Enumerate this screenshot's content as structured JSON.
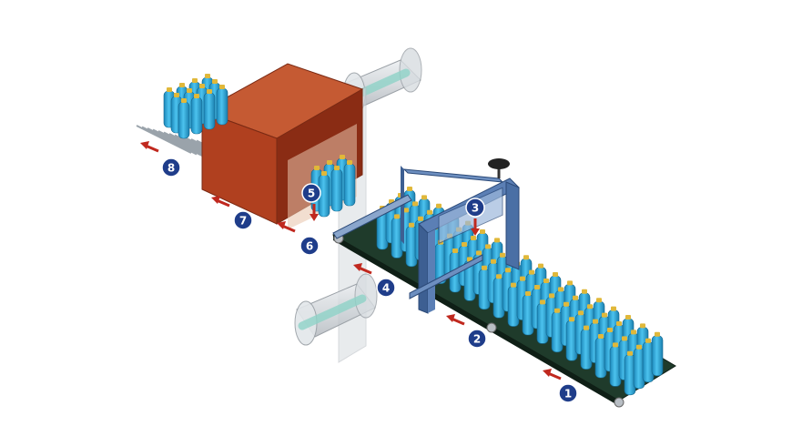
{
  "colors": {
    "background": "#ffffff",
    "badge": "#1f3d8a",
    "badge_text": "#ffffff",
    "arrow": "#c0281e",
    "oven_front": "#b0401f",
    "oven_top": "#c55a33",
    "oven_side": "#8a2c14",
    "conveyor": "#1f3b2b",
    "frame": "#4a6fa5",
    "bottle": "#2aa8dc",
    "bottle_cap": "#e0b83a",
    "film": "#d6dbe0"
  },
  "icons": {
    "arrow": "arrow-left-icon",
    "wheel": "handwheel-icon"
  },
  "steps": [
    {
      "label": "1"
    },
    {
      "label": "2"
    },
    {
      "label": "3"
    },
    {
      "label": "4"
    },
    {
      "label": "5"
    },
    {
      "label": "6"
    },
    {
      "label": "7"
    },
    {
      "label": "8"
    }
  ]
}
